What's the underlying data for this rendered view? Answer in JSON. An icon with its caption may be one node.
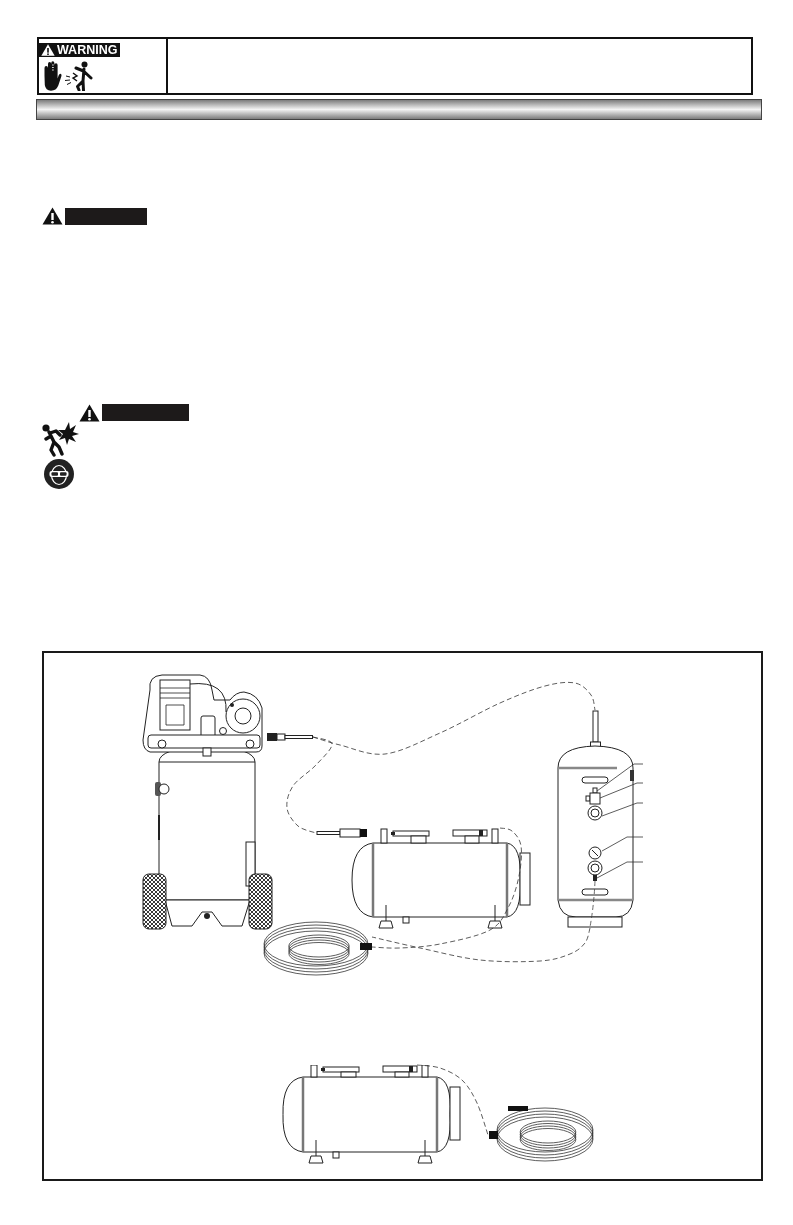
{
  "diagram": {
    "nodes": [
      {
        "text": [
          "WARNING"
        ]
      },
      {
        "text": [],
        "shape": "bar"
      },
      {
        "text": [],
        "shape": "bar"
      },
      {
        "text": [],
        "shape": "bar"
      },
      {
        "text": [],
        "shape": "box"
      },
      {
        "text": [],
        "shape": "picture",
        "in": 4
      },
      {
        "text": [],
        "shape": "picture",
        "in": 4
      },
      {
        "text": [],
        "shape": "box",
        "in": 6
      },
      {
        "text": [],
        "shape": "box",
        "in": 6
      },
      {
        "text": [],
        "shape": "picture",
        "in": 6
      },
      {
        "text": [],
        "shape": "picture",
        "in": 6
      },
      {
        "text": [],
        "shape": "box",
        "in": 6
      },
      {
        "text": [],
        "shape": "picture",
        "in": 4
      },
      {
        "text": [],
        "shape": "picture",
        "in": 4
      },
      {
        "text": [],
        "shape": "picture",
        "in": 4
      },
      {
        "text": [],
        "shape": "picture",
        "in": 4
      }
    ],
    "edges": [
      {
        "from": 5,
        "to": 6,
        "arrow": "none",
        "style": "dashed"
      },
      {
        "from": 5,
        "to": 12,
        "arrow": "none",
        "style": "dashed"
      },
      {
        "from": 12,
        "to": 13,
        "arrow": "none",
        "style": "dashed"
      },
      {
        "from": 6,
        "to": 13,
        "arrow": "none",
        "style": "dashed"
      },
      {
        "from": 14,
        "to": 15,
        "arrow": "none",
        "style": "dashed"
      },
      {
        "from": null,
        "to": 7,
        "arrow": "none"
      },
      {
        "from": null,
        "to": 8,
        "arrow": "none"
      },
      {
        "from": null,
        "to": 9,
        "arrow": "none"
      },
      {
        "from": null,
        "to": 10,
        "arrow": "none"
      },
      {
        "from": null,
        "to": 11,
        "arrow": "none"
      }
    ]
  }
}
